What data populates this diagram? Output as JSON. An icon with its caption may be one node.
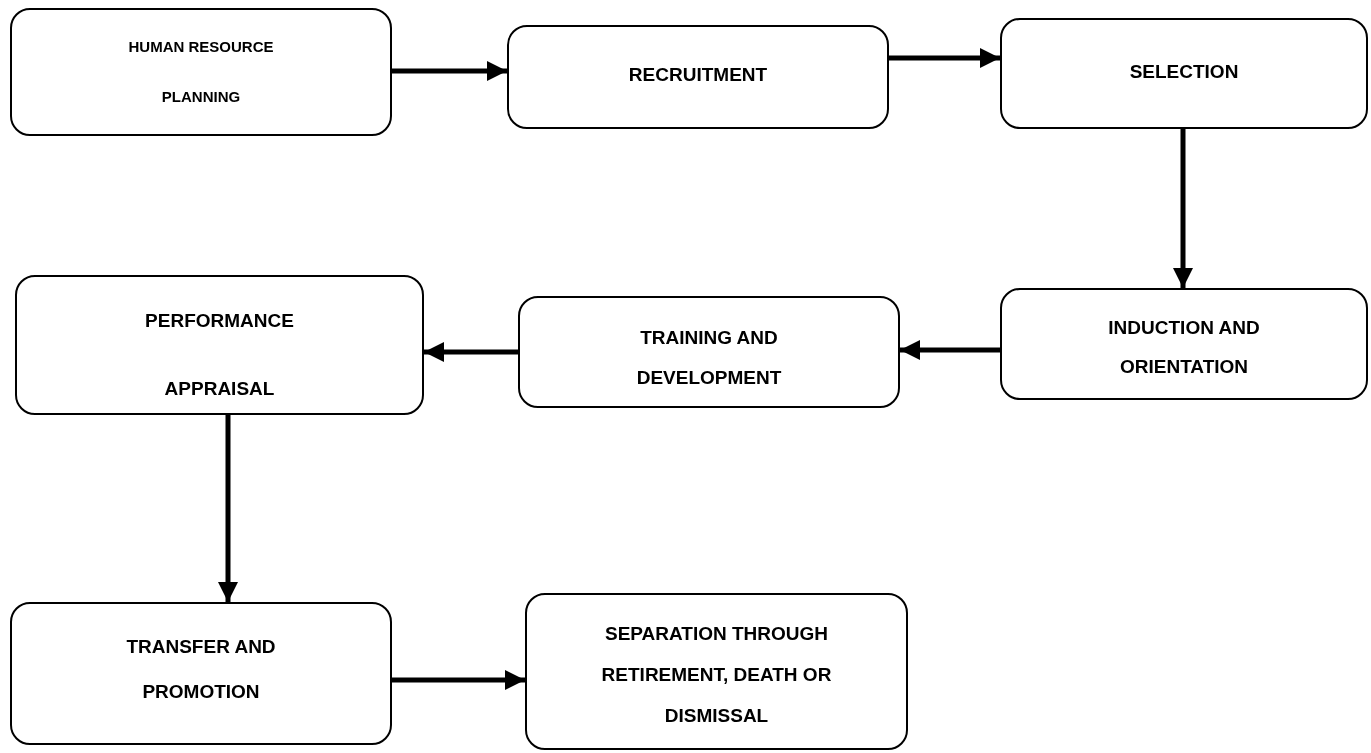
{
  "diagram": {
    "nodes": [
      {
        "text": [
          "HUMAN RESOURCE PLANNING"
        ]
      },
      {
        "text": [
          "RECRUITMENT"
        ]
      },
      {
        "text": [
          "SELECTION"
        ]
      },
      {
        "text": [
          "INDUCTION AND ORIENTATION"
        ]
      },
      {
        "text": [
          "TRAINING AND DEVELOPMENT"
        ]
      },
      {
        "text": [
          "PERFORMANCE APPRAISAL"
        ]
      },
      {
        "text": [
          "TRANSFER AND PROMOTION"
        ]
      },
      {
        "text": [
          "SEPARATION THROUGH RETIREMENT, DEATH OR DISMISSAL"
        ]
      }
    ],
    "edges": [
      {
        "from": 0,
        "to": 1,
        "arrow": "to"
      },
      {
        "from": 1,
        "to": 2,
        "arrow": "to"
      },
      {
        "from": 2,
        "to": 3,
        "arrow": "to"
      },
      {
        "from": 3,
        "to": 4,
        "arrow": "to"
      },
      {
        "from": 4,
        "to": 5,
        "arrow": "to"
      },
      {
        "from": 5,
        "to": 6,
        "arrow": "to"
      },
      {
        "from": 6,
        "to": 7,
        "arrow": "to"
      }
    ]
  }
}
